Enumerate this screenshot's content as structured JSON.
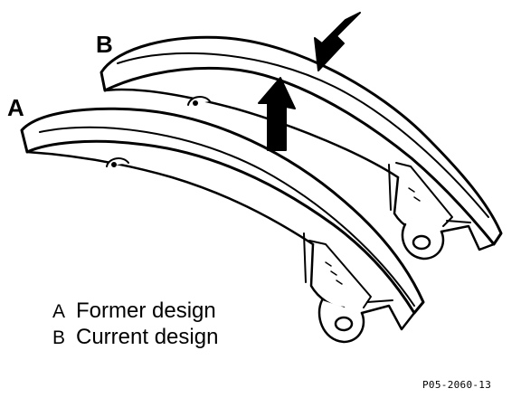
{
  "callouts": {
    "a": "A",
    "b": "B"
  },
  "legend": [
    {
      "key": "A",
      "text": "Former design"
    },
    {
      "key": "B",
      "text": "Current design"
    }
  ],
  "reference_code": "P05-2060-13",
  "icons": [
    "arrow-down-left-icon",
    "arrow-up-icon"
  ]
}
